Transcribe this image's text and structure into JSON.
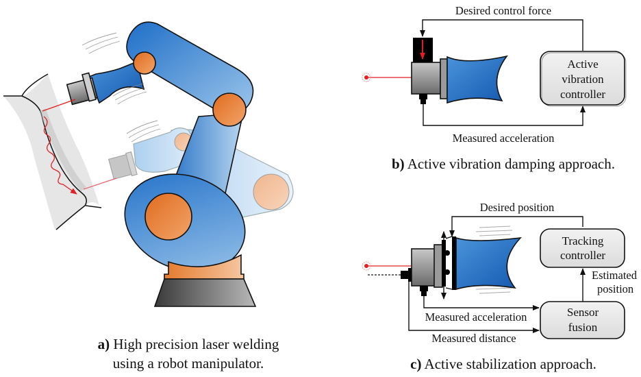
{
  "figure": {
    "panel_a": {
      "caption_prefix": "a)",
      "caption_line1": " High precision laser welding",
      "caption_line2": "using a robot manipulator.",
      "colors": {
        "robot_blue": "#2f7fd0",
        "joint_orange": "#e57a2e",
        "laser_red": "#e02020",
        "base_gray": "#555555"
      }
    },
    "panel_b": {
      "caption_prefix": "b)",
      "caption_text": " Active vibration damping approach.",
      "top_signal": "Desired control force",
      "bottom_signal": "Measured acceleration",
      "controller_line1": "Active",
      "controller_line2": "vibration",
      "controller_line3": "controller"
    },
    "panel_c": {
      "caption_prefix": "c)",
      "caption_text": " Active stabilization approach.",
      "top_signal": "Desired position",
      "tracking_line1": "Tracking",
      "tracking_line2": "controller",
      "estimated_line1": "Estimated",
      "estimated_line2": "position",
      "fusion_line1": "Sensor",
      "fusion_line2": "fusion",
      "signal_acc": "Measured acceleration",
      "signal_dist": "Measured distance"
    }
  }
}
